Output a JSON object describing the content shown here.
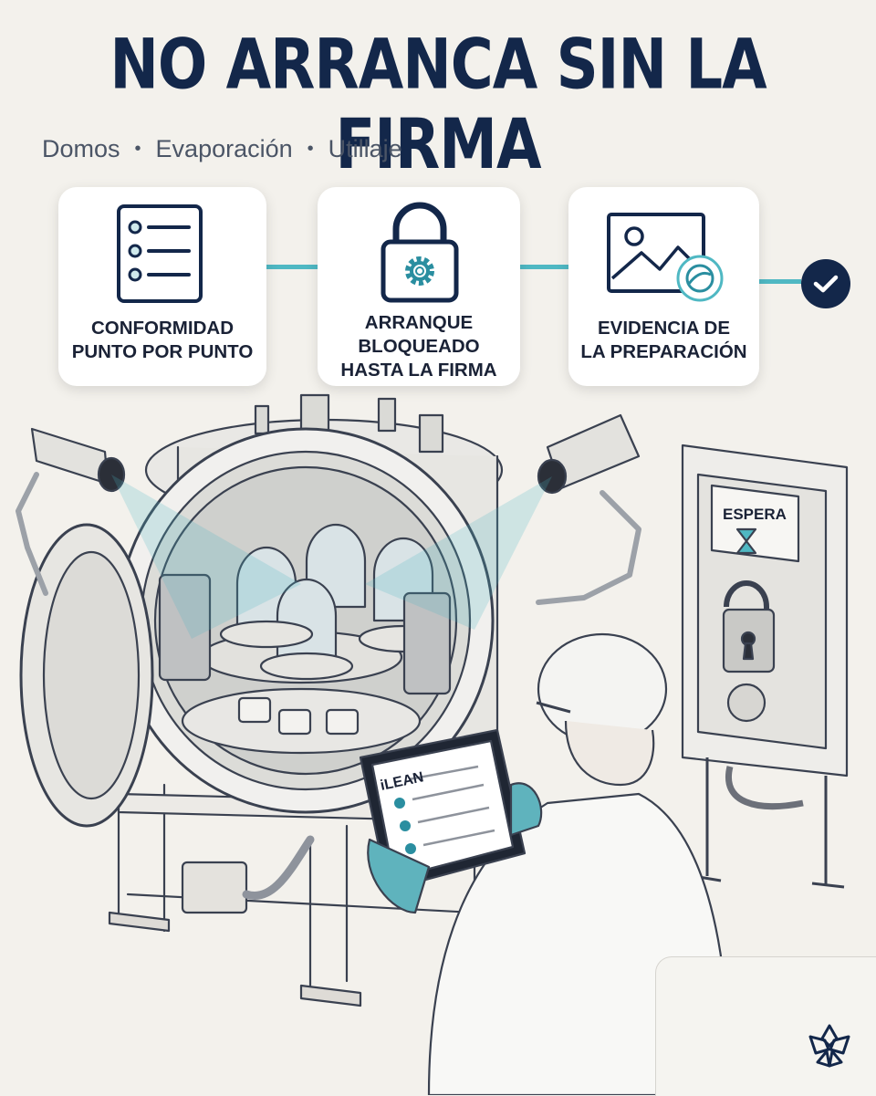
{
  "header": {
    "title": "NO ARRANCA SIN LA FIRMA",
    "subtitle_items": [
      "Domos",
      "Evaporación",
      "Utillaje"
    ],
    "separator": "•"
  },
  "steps": [
    {
      "icon": "checklist-icon",
      "line1": "CONFORMIDAD",
      "line2": "PUNTO POR PUNTO",
      "line3": ""
    },
    {
      "icon": "lock-gear-icon",
      "line1": "ARRANQUE",
      "line2": "BLOQUEADO",
      "line3": "HASTA LA FIRMA"
    },
    {
      "icon": "image-seal-icon",
      "line1": "EVIDENCIA DE",
      "line2": "LA PREPARACIÓN",
      "line3": ""
    }
  ],
  "control_panel": {
    "status_label": "ESPERA"
  },
  "tablet": {
    "app_name": "iLEAN"
  },
  "colors": {
    "navy": "#13274a",
    "teal": "#4fb8c3",
    "background": "#f3f1ec",
    "glove": "#5fb3bd"
  }
}
